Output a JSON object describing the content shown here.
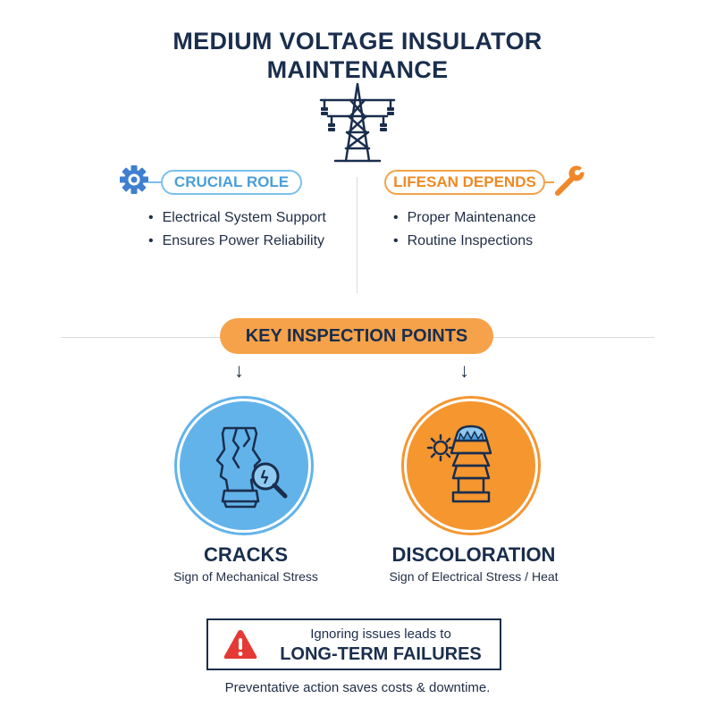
{
  "title": {
    "line1": "MEDIUM VOLTAGE INSULATOR",
    "line2": "MAINTENANCE"
  },
  "left_panel": {
    "pill_label": "CRUCIAL ROLE",
    "icon": "gear-icon",
    "bullets": [
      "Electrical System Support",
      "Ensures Power Reliability"
    ]
  },
  "right_panel": {
    "pill_label": "LIFESAN DEPENDS",
    "icon": "wrench-icon",
    "bullets": [
      "Proper Maintenance",
      "Routine Inspections"
    ]
  },
  "key_section": {
    "banner_label": "KEY INSPECTION POINTS"
  },
  "inspection_points": [
    {
      "title": "CRACKS",
      "subtitle": "Sign of Mechanical Stress",
      "icon": "cracked-insulator-magnifier-icon"
    },
    {
      "title": "DISCOLORATION",
      "subtitle": "Sign of Electrical Stress / Heat",
      "icon": "discolored-insulator-sun-icon"
    }
  ],
  "warning": {
    "line1": "Ignoring issues leads to",
    "line2": "LONG-TERM FAILURES",
    "icon": "warning-triangle-icon"
  },
  "footer": "Preventative action saves costs & downtime.",
  "colors": {
    "navy": "#1a2e4d",
    "blue": "#5aaee6",
    "orange": "#f49a3a",
    "red": "#e53935"
  }
}
